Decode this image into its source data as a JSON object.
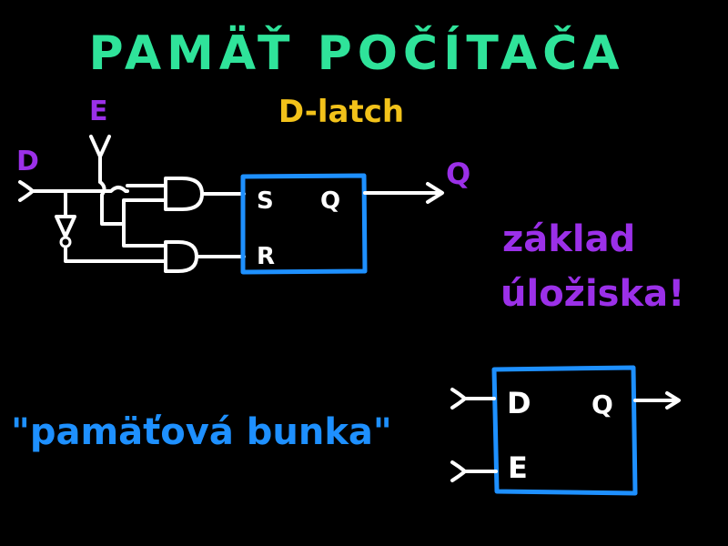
{
  "title": "PAMÄŤ POČÍTAČA",
  "subtitle": "D-latch",
  "colors": {
    "title": "#2fe39a",
    "subtitle": "#f2c21a",
    "purple": "#9b30e8",
    "blue": "#1e90ff",
    "wire": "#ffffff"
  },
  "latch": {
    "input_d": "D",
    "input_e": "E",
    "sr_s": "S",
    "sr_q": "Q",
    "sr_r": "R",
    "output_q": "Q"
  },
  "note": {
    "line1": "základ",
    "line2": "úložiska!"
  },
  "cell": {
    "quote": "\"pamäťová bunka\"",
    "d": "D",
    "q": "Q",
    "e": "E"
  }
}
